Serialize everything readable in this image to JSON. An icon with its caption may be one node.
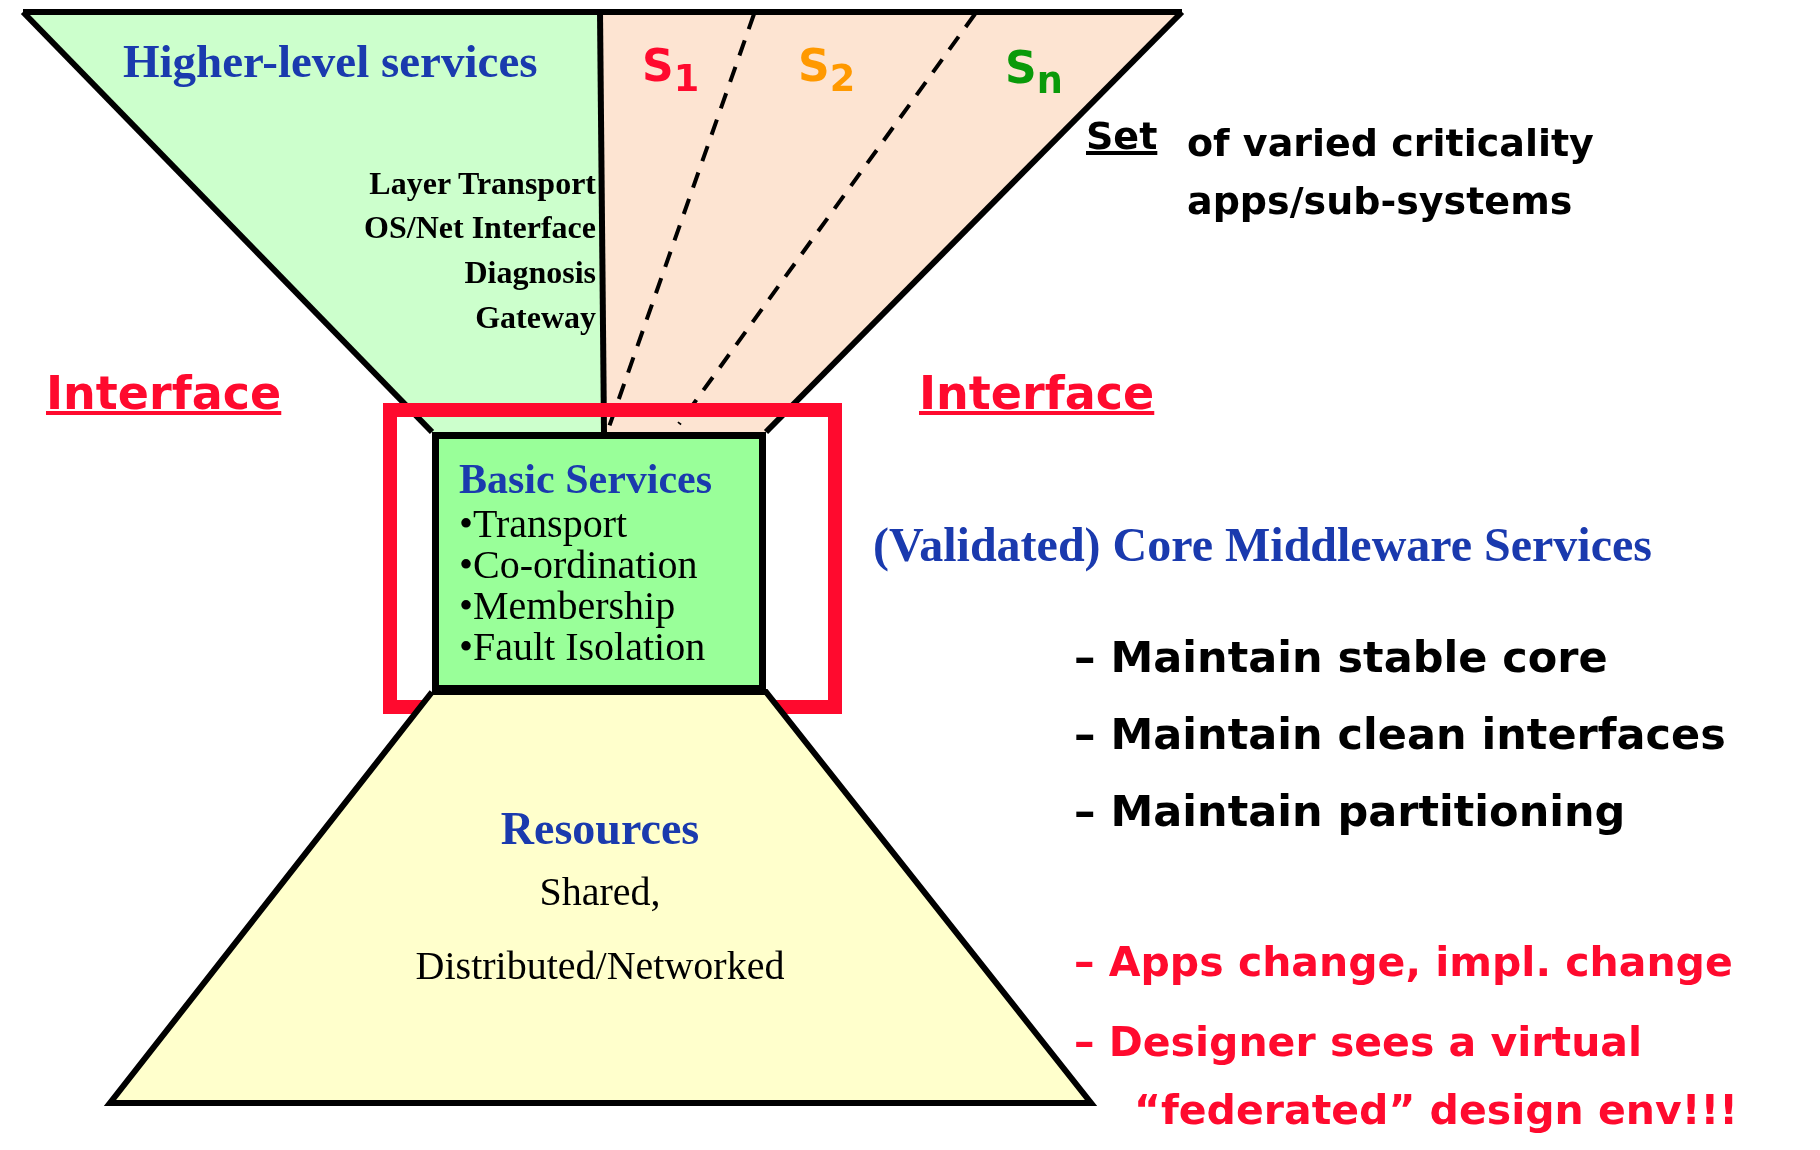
{
  "diagram": {
    "nodes": [
      {
        "text": [
          "Higher-level services",
          "Layer Transport",
          "OS/Net Interface",
          "Diagnosis",
          "Gateway"
        ]
      },
      {
        "text": [
          "S$_{1}$",
          "S$_{2}$",
          "S$_{n}$"
        ]
      },
      {
        "text": [],
        "shape": "box"
      },
      {
        "text": [
          "Basic Services",
          "•Transport",
          "•Co-ordination",
          "•Membership",
          "•Fault Isolation"
        ],
        "in": 2
      },
      {
        "text": [
          "Resources",
          "Shared,",
          "Distributed/Networked"
        ]
      }
    ],
    "edges": [],
    "labels": [
      "Interface",
      "Interface",
      "Set",
      "of varied criticality apps/sub-systems",
      "(Validated) Core Middleware Services",
      "– Maintain stable core",
      "– Maintain clean interfaces",
      "– Maintain partitioning",
      "– Apps change, impl. change",
      "– Designer sees a virtual “federated” design env!!!"
    ]
  }
}
